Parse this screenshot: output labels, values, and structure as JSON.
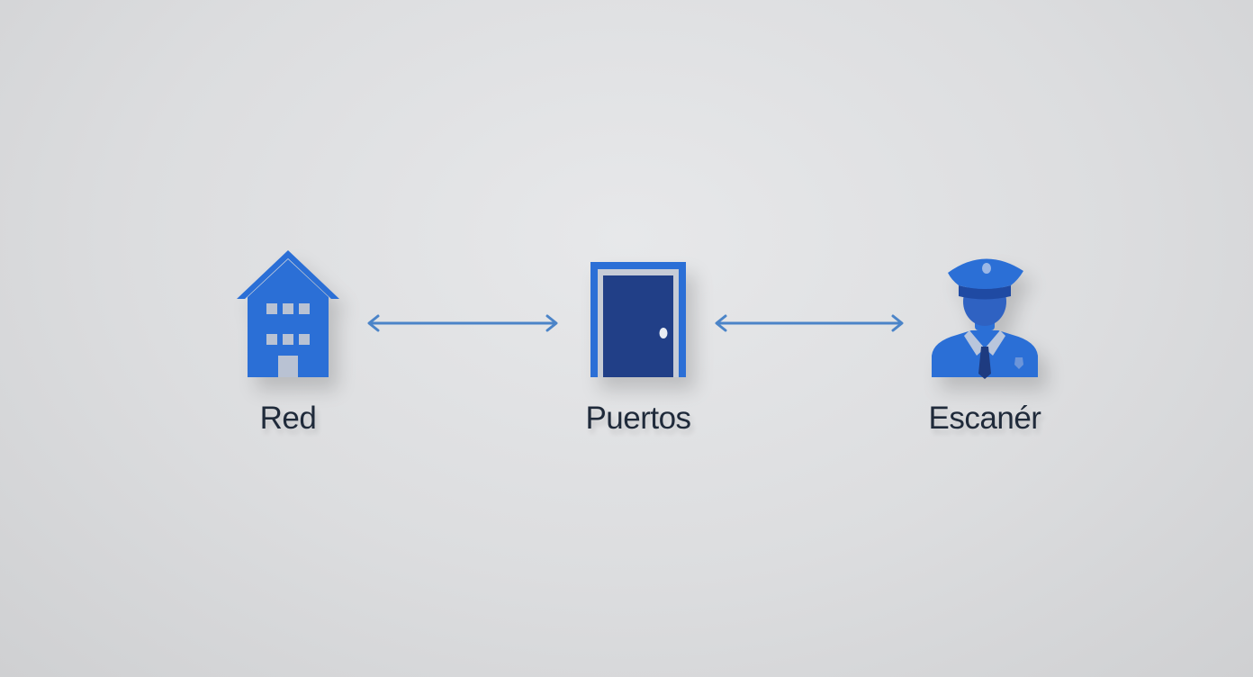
{
  "nodes": [
    {
      "id": "red",
      "label": "Red",
      "icon": "house-icon"
    },
    {
      "id": "puertos",
      "label": "Puertos",
      "icon": "door-icon"
    },
    {
      "id": "escaner",
      "label": "Escanér",
      "icon": "security-guard-icon"
    }
  ],
  "connectors": [
    {
      "from": "red",
      "to": "puertos",
      "style": "double-headed-arrow"
    },
    {
      "from": "puertos",
      "to": "escaner",
      "style": "double-headed-arrow"
    }
  ],
  "colors": {
    "background": "#dcdddf",
    "icon_blue": "#2b6fd6",
    "door_blue": "#213f87",
    "arrow": "#4b84c8",
    "label_text": "#1f2a3a"
  }
}
